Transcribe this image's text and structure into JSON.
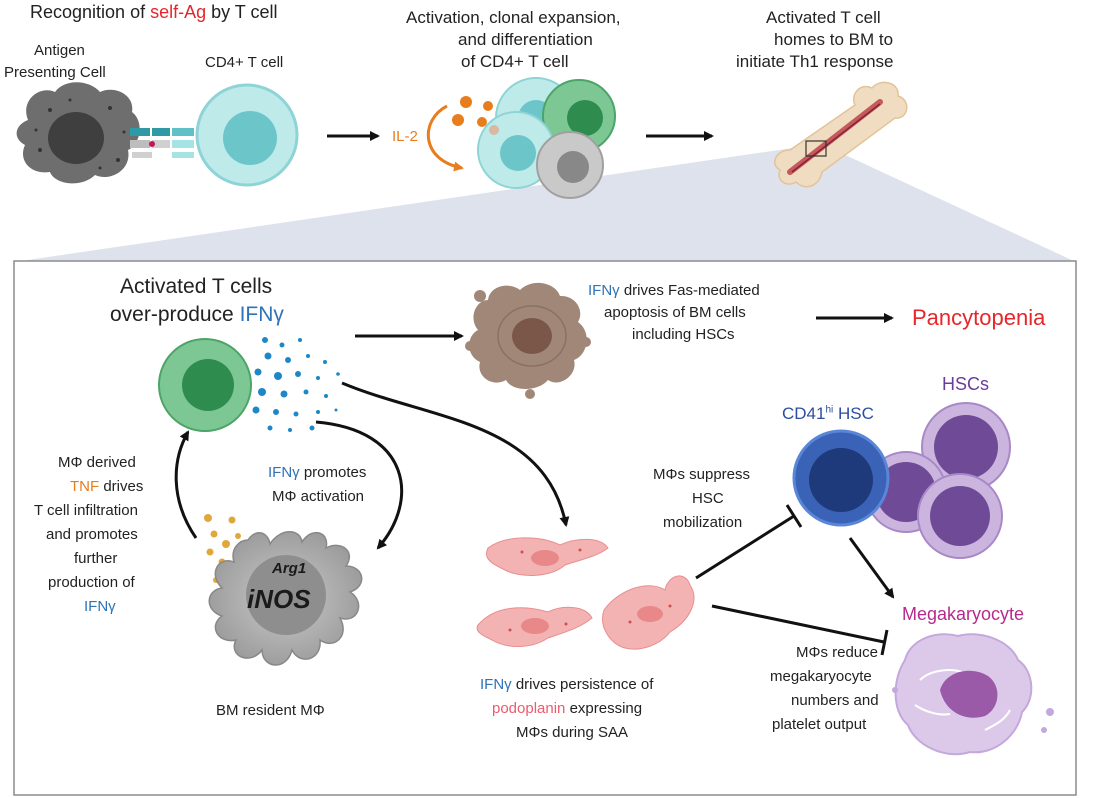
{
  "top": {
    "recognition": {
      "pre": "Recognition of ",
      "highlight": "self-Ag",
      "post": " by T cell"
    },
    "apc_label_1": "Antigen",
    "apc_label_2": "Presenting Cell",
    "cd4_label": "CD4+ T cell",
    "activation_1": "Activation, clonal expansion,",
    "activation_2": "and differentiation",
    "activation_3": "of CD4+ T cell",
    "il2": "IL-2",
    "homes_1": "Activated T cell",
    "homes_2": "homes to BM to",
    "homes_3": "initiate Th1 response"
  },
  "box": {
    "activated_1": "Activated T cells",
    "activated_2_pre": "over-produce ",
    "ifng": "IFNγ",
    "fas_1_post": " drives Fas-mediated",
    "fas_2": "apoptosis of BM cells",
    "fas_3": "including HSCs",
    "pancytopenia": "Pancytopenia",
    "md_1": "MΦ derived",
    "tnf": "TNF",
    "md_2_post": " drives",
    "md_3": "T cell infiltration",
    "md_4": "and promotes",
    "md_5": "further",
    "md_6": "production of",
    "promotes_post": " promotes",
    "promotes_2": "MΦ activation",
    "arg1": "Arg1",
    "inos": "iNOS",
    "bm_resident": "BM resident MΦ",
    "persist_1_post": " drives persistence of",
    "podoplanin": "podoplanin",
    "persist_2_post": " expressing",
    "persist_3": "MΦs during SAA",
    "suppress_1": "MΦs suppress",
    "suppress_2": "HSC",
    "suppress_3": "mobilization",
    "cd41_pre": "CD41",
    "cd41_sup": "hi",
    "cd41_post": " HSC",
    "hscs": "HSCs",
    "megakaryocyte": "Megakaryocyte",
    "reduce_1": "MΦs reduce",
    "reduce_2": "megakaryocyte",
    "reduce_3": "numbers and",
    "reduce_4": "platelet output"
  },
  "colors": {
    "red": "#e5262a",
    "blue": "#2e73b6",
    "orange": "#e87d1e",
    "pink": "#ee5a6f",
    "purple": "#6a3d9a",
    "dark_blue": "#2b4ea0",
    "magenta": "#b62a8e",
    "t_cell_green": "#3fa464",
    "apc_gray": "#6e6e6e",
    "cd4_cyan": "#a6e3e4",
    "box_border": "#8c8c8c",
    "zoom_fill": "#dde2ec"
  },
  "icons": [
    "antigen-presenting-cell-icon",
    "cd4-t-cell-icon",
    "t-cell-cluster-icon",
    "bone-icon",
    "activated-t-cell-icon",
    "apoptotic-cell-icon",
    "macrophage-icon",
    "stromal-macrophage-icon",
    "hsc-icon",
    "megakaryocyte-icon"
  ]
}
